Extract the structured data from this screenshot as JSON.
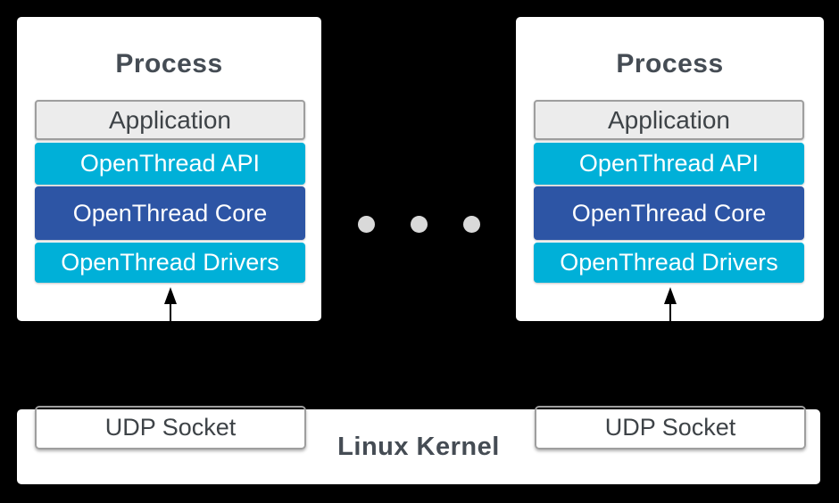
{
  "diagram": {
    "description": "OpenThread simulation architecture diagram: two processes running OpenThread stacks communicating through UDP sockets in the Linux kernel",
    "background": "#000000",
    "colors": {
      "cyan": "#00b0d8",
      "core_blue": "#2d55a5",
      "panel_fill": "#ececec",
      "panel_border": "#9e9e9e",
      "text_dark": "#3e4347",
      "heading": "#454c54",
      "white": "#ffffff",
      "dot_gray": "#d9d9d9",
      "arrow_black": "#000000"
    },
    "processes": [
      {
        "title": "Process",
        "layers": [
          {
            "label": "Application",
            "bg": "#ececec",
            "fg": "#3e4347"
          },
          {
            "label": "OpenThread API",
            "bg": "#00b0d8",
            "fg": "#ffffff"
          },
          {
            "label": "OpenThread Core",
            "bg": "#2d55a5",
            "fg": "#ffffff"
          },
          {
            "label": "OpenThread Drivers",
            "bg": "#00b0d8",
            "fg": "#ffffff"
          }
        ],
        "socket_label": "UDP Socket"
      },
      {
        "title": "Process",
        "layers": [
          {
            "label": "Application",
            "bg": "#ececec",
            "fg": "#3e4347"
          },
          {
            "label": "OpenThread API",
            "bg": "#00b0d8",
            "fg": "#ffffff"
          },
          {
            "label": "OpenThread Core",
            "bg": "#2d55a5",
            "fg": "#ffffff"
          },
          {
            "label": "OpenThread Drivers",
            "bg": "#00b0d8",
            "fg": "#ffffff"
          }
        ],
        "socket_label": "UDP Socket"
      }
    ],
    "kernel": {
      "label": "Linux Kernel"
    },
    "icons": {
      "ellipsis": "three-dots-ellipsis",
      "arrows": "arrow-up"
    }
  }
}
